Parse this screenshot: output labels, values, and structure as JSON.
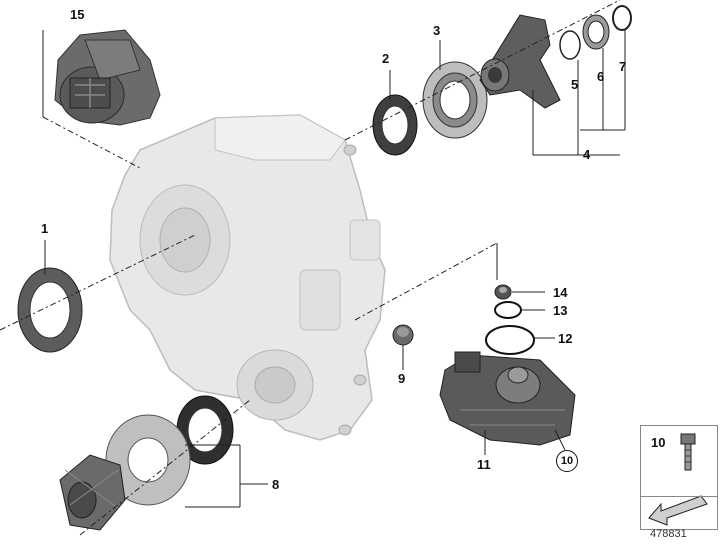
{
  "callouts": {
    "c1": "1",
    "c2": "2",
    "c3": "3",
    "c4": "4",
    "c5": "5",
    "c6": "6",
    "c7": "7",
    "c8": "8",
    "c9": "9",
    "c11": "11",
    "c12": "12",
    "c13": "13",
    "c14": "14",
    "c15": "15"
  },
  "circled_ref": "10",
  "inset": {
    "label": "10",
    "code": "478831"
  },
  "colors": {
    "housing": "#e6e6e6",
    "housing_edge": "#b5b5b5",
    "dark_part": "#555555",
    "line": "#222222"
  }
}
